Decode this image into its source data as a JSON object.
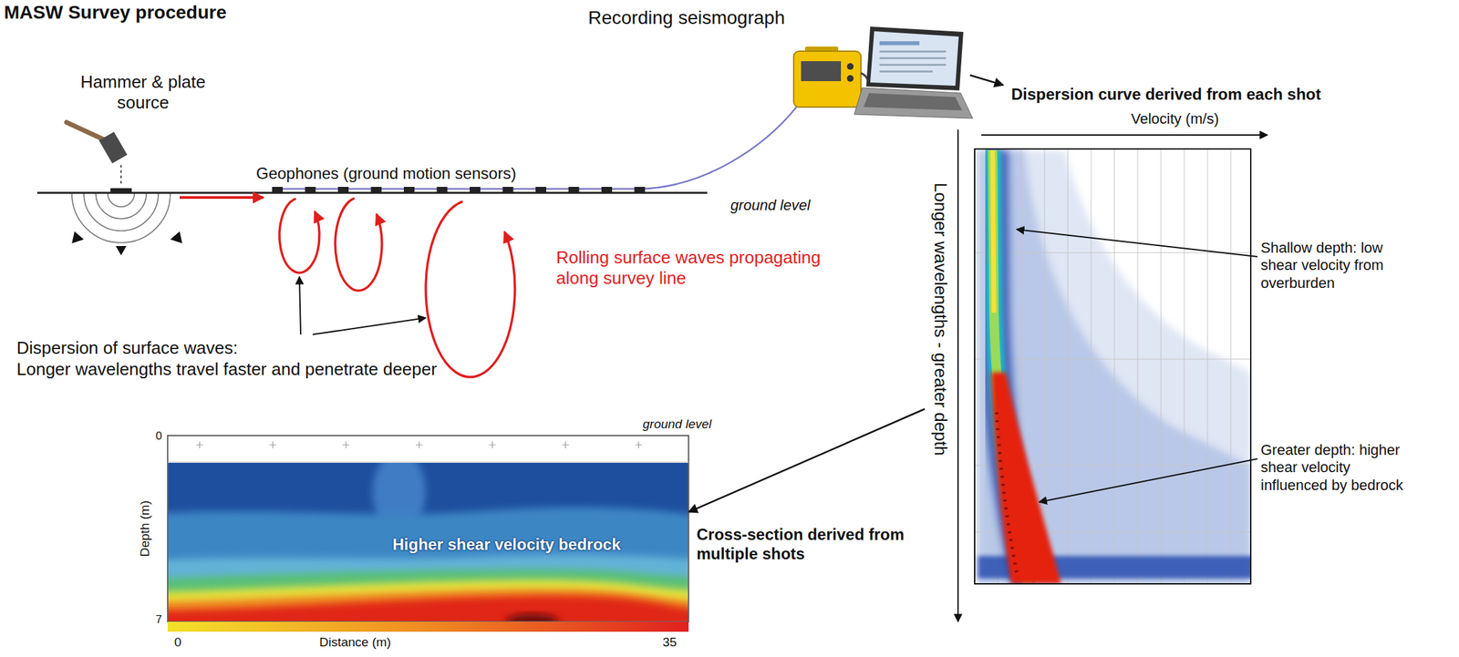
{
  "diagram": {
    "title": "MASW Survey procedure",
    "nodes": [
      {
        "text": [
          "Recording seismograph"
        ]
      },
      {
        "text": [
          "Dispersion curve derived from each shot"
        ]
      },
      {
        "text": [
          "Cross-section derived from multiple shots",
          "Higher shear velocity bedrock"
        ]
      }
    ],
    "edges": [
      {
        "from": 0,
        "to": 1,
        "arrow": "to"
      },
      {
        "from": 1,
        "to": 2,
        "arrow": "to"
      }
    ],
    "labels": [
      "Hammer & plate source",
      "Geophones (ground motion sensors)",
      "ground level",
      "Rolling surface waves propagating along survey line",
      "Dispersion of surface waves:",
      "Longer wavelengths travel faster and penetrate deeper",
      "Velocity (m/s)",
      "Longer wavelengths - greater depth",
      "Shallow depth: low shear velocity from overburden",
      "Greater depth: higher shear velocity influenced by bedrock",
      "ground level",
      "Depth (m)",
      "0",
      "7",
      "Distance (m)",
      "0",
      "35"
    ]
  }
}
